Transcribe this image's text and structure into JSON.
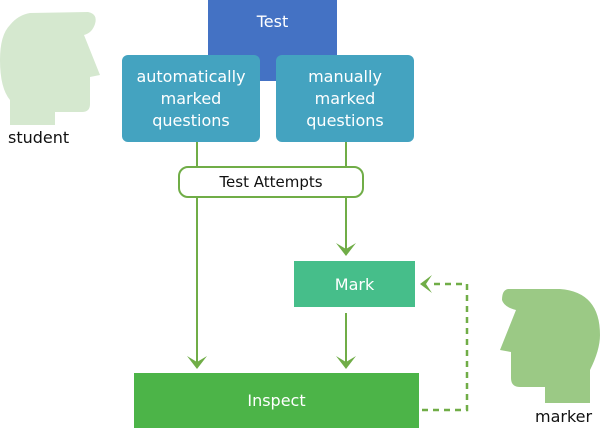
{
  "nodes": {
    "test": "Test",
    "auto_questions": [
      "automatically",
      "marked",
      "questions"
    ],
    "manual_questions": [
      "manually",
      "marked",
      "questions"
    ],
    "test_attempts": "Test Attempts",
    "mark": "Mark",
    "inspect": "Inspect"
  },
  "actors": {
    "student": "student",
    "marker": "marker"
  },
  "colors": {
    "test": "#4472C4",
    "questions": "#44A3C0",
    "mark": "#46BE8A",
    "inspect": "#4CB448",
    "connector": "#70AD47",
    "student_head": "#D5E8CF",
    "marker_head": "#9BC985"
  },
  "edges": [
    {
      "from": "auto_questions",
      "to": "test_attempts",
      "style": "solid"
    },
    {
      "from": "manual_questions",
      "to": "test_attempts",
      "style": "solid"
    },
    {
      "from": "test_attempts",
      "to": "inspect",
      "style": "solid-arrow"
    },
    {
      "from": "test_attempts",
      "to": "mark",
      "style": "solid-arrow"
    },
    {
      "from": "mark",
      "to": "inspect",
      "style": "solid-arrow"
    },
    {
      "from": "inspect",
      "to": "mark",
      "style": "dashed-arrow"
    }
  ]
}
